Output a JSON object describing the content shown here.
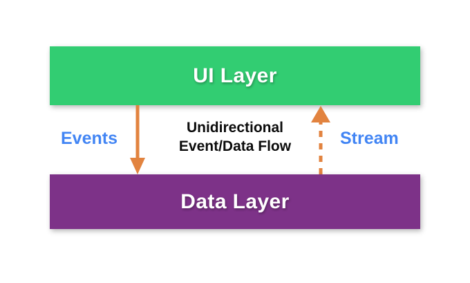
{
  "diagram": {
    "title": "Unidirectional Event/Data Flow between UI Layer and Data Layer",
    "background_color": "#ffffff",
    "layers": [
      {
        "id": "ui-layer",
        "label": "UI Layer",
        "color": "#32cd72",
        "text_color": "#ffffff"
      },
      {
        "id": "data-layer",
        "label": "Data Layer",
        "color": "#7d3288",
        "text_color": "#ffffff"
      }
    ],
    "flow_caption": {
      "line1": "Unidirectional",
      "line2": "Event/Data Flow",
      "color": "#0b0b0b"
    },
    "connectors": [
      {
        "id": "events",
        "label": "Events",
        "label_color": "#4285f4",
        "arrow_color": "#e2833f",
        "direction": "down",
        "from": "UI Layer",
        "to": "Data Layer",
        "line_style": "solid"
      },
      {
        "id": "stream",
        "label": "Stream",
        "label_color": "#4285f4",
        "arrow_color": "#e2833f",
        "direction": "up",
        "from": "Data Layer",
        "to": "UI Layer",
        "line_style": "dashed"
      }
    ]
  }
}
